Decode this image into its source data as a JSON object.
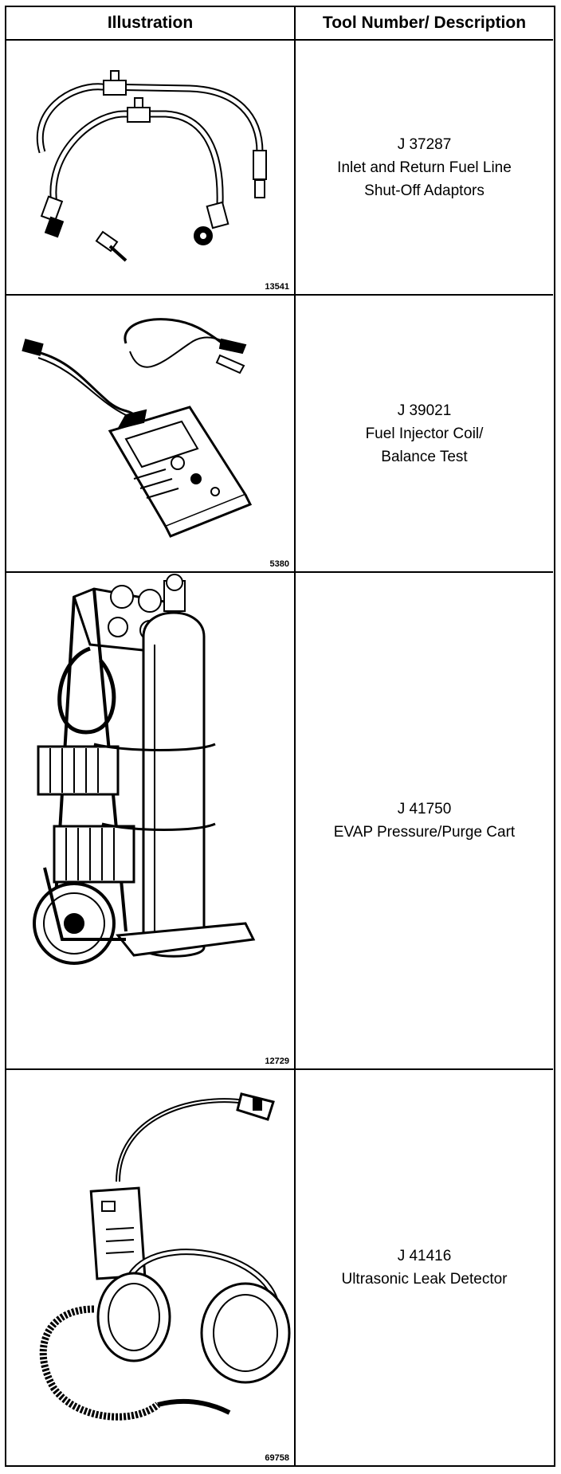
{
  "header": {
    "illustration": "Illustration",
    "description": "Tool Number/ Description"
  },
  "tools": [
    {
      "number": "J 37287",
      "desc_line1": "Inlet and Return Fuel Line",
      "desc_line2": "Shut-Off Adaptors",
      "figure": "13541",
      "illustration_icon": "fuel-line-shutoff-adaptors-icon"
    },
    {
      "number": "J 39021",
      "desc_line1": "Fuel Injector Coil/",
      "desc_line2": "Balance Test",
      "figure": "5380",
      "illustration_icon": "injector-tester-icon"
    },
    {
      "number": "J 41750",
      "desc_line1": "EVAP Pressure/Purge Cart",
      "desc_line2": "",
      "figure": "12729",
      "illustration_icon": "purge-cart-icon"
    },
    {
      "number": "J 41416",
      "desc_line1": "Ultrasonic Leak Detector",
      "desc_line2": "",
      "figure": "69758",
      "illustration_icon": "leak-detector-icon"
    }
  ]
}
